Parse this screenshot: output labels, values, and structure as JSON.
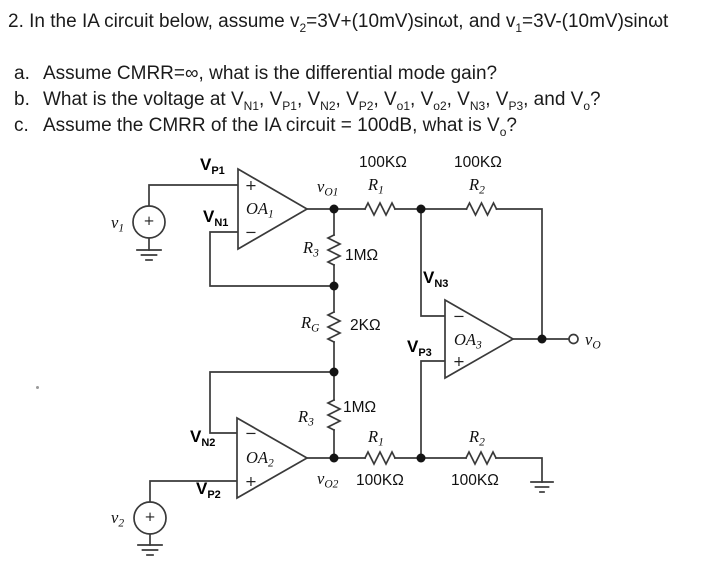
{
  "header": {
    "line1": [
      {
        "t": "2. In the IA circuit below, assume v"
      },
      {
        "sub": "2"
      },
      {
        "t": "=3V+(10mV)sinωt, and v"
      },
      {
        "sub": "1"
      },
      {
        "t": "=3V-(10mV)sinωt"
      }
    ],
    "items": [
      {
        "marker": "a.",
        "parts": [
          {
            "t": "Assume CMRR=∞, what is the differential mode gain?"
          }
        ]
      },
      {
        "marker": "b.",
        "parts": [
          {
            "t": "What is the voltage at V"
          },
          {
            "sub": "N1"
          },
          {
            "t": ", V"
          },
          {
            "sub": "P1"
          },
          {
            "t": ", V"
          },
          {
            "sub": "N2"
          },
          {
            "t": ", V"
          },
          {
            "sub": "P2"
          },
          {
            "t": ", V"
          },
          {
            "sub": "o1"
          },
          {
            "t": ", V"
          },
          {
            "sub": "o2"
          },
          {
            "t": ", V"
          },
          {
            "sub": "N3"
          },
          {
            "t": ", V"
          },
          {
            "sub": "P3"
          },
          {
            "t": ", and V"
          },
          {
            "sub": "o"
          },
          {
            "t": "?"
          }
        ]
      },
      {
        "marker": "c.",
        "parts": [
          {
            "t": "Assume the CMRR of the IA circuit = 100dB, what is V"
          },
          {
            "sub": "o"
          },
          {
            "t": "?"
          }
        ]
      }
    ]
  },
  "circuit": {
    "labels": {
      "vp1": {
        "base": "V",
        "sub": "P1"
      },
      "vn1": {
        "base": "V",
        "sub": "N1"
      },
      "vn2": {
        "base": "V",
        "sub": "N2"
      },
      "vp2": {
        "base": "V",
        "sub": "P2"
      },
      "vn3": {
        "base": "V",
        "sub": "N3"
      },
      "vp3": {
        "base": "V",
        "sub": "P3"
      },
      "oa1": {
        "base": "OA",
        "sub": "1"
      },
      "oa2": {
        "base": "OA",
        "sub": "2"
      },
      "oa3": {
        "base": "OA",
        "sub": "3"
      },
      "vo1": {
        "base": "v",
        "sub": "O1"
      },
      "vo2": {
        "base": "v",
        "sub": "O2"
      },
      "vo": {
        "base": "v",
        "sub": "O"
      },
      "v1": {
        "base": "v",
        "sub": "1"
      },
      "v2": {
        "base": "v",
        "sub": "2"
      },
      "r1": {
        "base": "R",
        "sub": "1"
      },
      "r2": {
        "base": "R",
        "sub": "2"
      },
      "r3": {
        "base": "R",
        "sub": "3"
      },
      "rg": {
        "base": "R",
        "sub": "G"
      }
    },
    "values": {
      "r1": "100KΩ",
      "r2": "100KΩ",
      "r3": "1MΩ",
      "rg": "2KΩ"
    },
    "signs": {
      "plus": "+",
      "minus": "−"
    },
    "colors": {
      "wire": "#3a3a3a",
      "text": "#111111",
      "background": "#ffffff"
    }
  }
}
